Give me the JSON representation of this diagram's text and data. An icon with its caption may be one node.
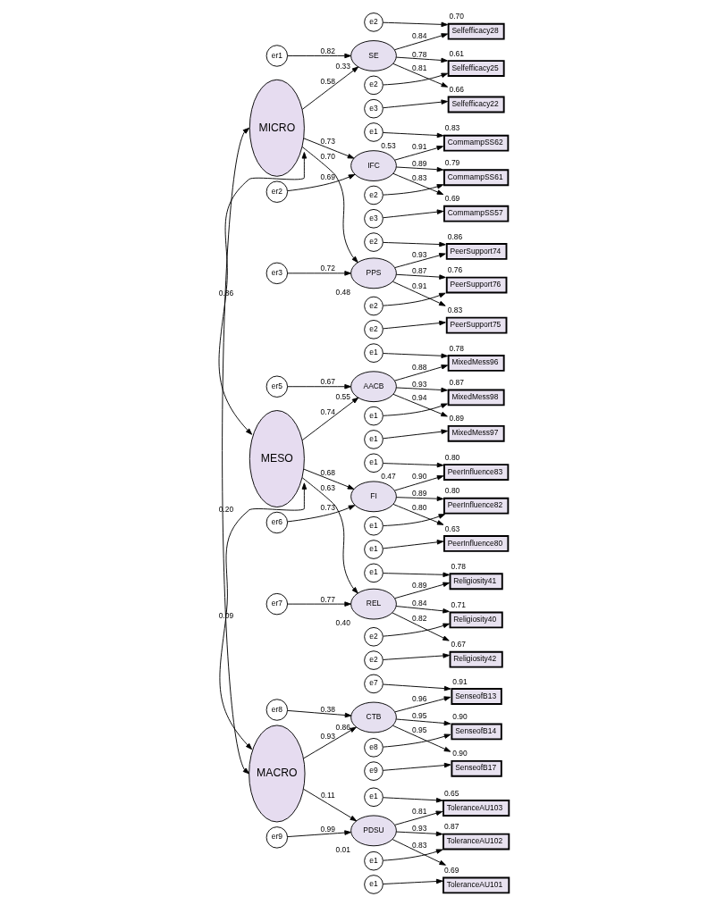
{
  "diagram": {
    "nodes": [
      {
        "text": [
          "er1"
        ]
      },
      {
        "text": [
          "e2"
        ]
      },
      {
        "text": [
          "e2"
        ]
      },
      {
        "text": [
          "e3"
        ]
      },
      {
        "text": [
          "Selfefficacy28"
        ],
        "beside": [
          "0.70"
        ]
      },
      {
        "text": [
          "Selfefficacy25"
        ],
        "beside": [
          "0.61"
        ]
      },
      {
        "text": [
          "Selfefficacy22"
        ],
        "beside": [
          "0.66"
        ]
      },
      {
        "text": [
          "SE"
        ],
        "beside": [
          "0.33"
        ]
      },
      {
        "text": [
          "er2"
        ]
      },
      {
        "text": [
          "e1"
        ]
      },
      {
        "text": [
          "e2"
        ]
      },
      {
        "text": [
          "e3"
        ]
      },
      {
        "text": [
          "CommampSS62"
        ],
        "beside": [
          "0.83"
        ]
      },
      {
        "text": [
          "CommampSS61"
        ],
        "beside": [
          "0.79"
        ]
      },
      {
        "text": [
          "CommampSS57"
        ],
        "beside": [
          "0.69"
        ]
      },
      {
        "text": [
          "IFC"
        ],
        "beside": [
          "0.53"
        ]
      },
      {
        "text": [
          "er3"
        ]
      },
      {
        "text": [
          "e2"
        ]
      },
      {
        "text": [
          "e2"
        ]
      },
      {
        "text": [
          "e2"
        ]
      },
      {
        "text": [
          "PeerSupport74"
        ],
        "beside": [
          "0.86"
        ]
      },
      {
        "text": [
          "PeerSupport76"
        ],
        "beside": [
          "0.76"
        ]
      },
      {
        "text": [
          "PeerSupport75"
        ],
        "beside": [
          "0.83"
        ]
      },
      {
        "text": [
          "PPS"
        ],
        "beside": [
          "0.48"
        ]
      },
      {
        "text": [
          "er5"
        ]
      },
      {
        "text": [
          "e1"
        ]
      },
      {
        "text": [
          "e1"
        ]
      },
      {
        "text": [
          "e1"
        ]
      },
      {
        "text": [
          "MixedMess96"
        ],
        "beside": [
          "0.78"
        ]
      },
      {
        "text": [
          "MixedMess98"
        ],
        "beside": [
          "0.87"
        ]
      },
      {
        "text": [
          "MixedMess97"
        ],
        "beside": [
          "0.89"
        ]
      },
      {
        "text": [
          "AACB"
        ],
        "beside": [
          "0.55"
        ]
      },
      {
        "text": [
          "er6"
        ]
      },
      {
        "text": [
          "e1"
        ]
      },
      {
        "text": [
          "e1"
        ]
      },
      {
        "text": [
          "e1"
        ]
      },
      {
        "text": [
          "PeerInfluence83"
        ],
        "beside": [
          "0.80"
        ]
      },
      {
        "text": [
          "PeerInfluence82"
        ],
        "beside": [
          "0.80"
        ]
      },
      {
        "text": [
          "PeerInfluence80"
        ],
        "beside": [
          "0.63"
        ]
      },
      {
        "text": [
          "FI"
        ],
        "beside": [
          "0.47"
        ]
      },
      {
        "text": [
          "er7"
        ]
      },
      {
        "text": [
          "e1"
        ]
      },
      {
        "text": [
          "e2"
        ]
      },
      {
        "text": [
          "e2"
        ]
      },
      {
        "text": [
          "Religiosity41"
        ],
        "beside": [
          "0.78"
        ]
      },
      {
        "text": [
          "Religiosity40"
        ],
        "beside": [
          "0.71"
        ]
      },
      {
        "text": [
          "Religiosity42"
        ],
        "beside": [
          "0.67"
        ]
      },
      {
        "text": [
          "REL"
        ],
        "beside": [
          "0.40"
        ]
      },
      {
        "text": [
          "er8"
        ]
      },
      {
        "text": [
          "e7"
        ]
      },
      {
        "text": [
          "e8"
        ]
      },
      {
        "text": [
          "e9"
        ]
      },
      {
        "text": [
          "SenseofB13"
        ],
        "beside": [
          "0.91"
        ]
      },
      {
        "text": [
          "SenseofB14"
        ],
        "beside": [
          "0.90"
        ]
      },
      {
        "text": [
          "SenseofB17"
        ],
        "beside": [
          "0.90"
        ]
      },
      {
        "text": [
          "CTB"
        ],
        "beside": [
          "0.86"
        ]
      },
      {
        "text": [
          "er9"
        ]
      },
      {
        "text": [
          "e1"
        ]
      },
      {
        "text": [
          "e1"
        ]
      },
      {
        "text": [
          "e1"
        ]
      },
      {
        "text": [
          "ToleranceAU103"
        ],
        "beside": [
          "0.65"
        ]
      },
      {
        "text": [
          "ToleranceAU102"
        ],
        "beside": [
          "0.87"
        ]
      },
      {
        "text": [
          "ToleranceAU101"
        ],
        "beside": [
          "0.69"
        ]
      },
      {
        "text": [
          "PDSU"
        ],
        "beside": [
          "0.01"
        ]
      },
      {
        "text": [
          "MICRO"
        ]
      },
      {
        "text": [
          "MESO"
        ]
      },
      {
        "text": [
          "MACRO"
        ]
      }
    ],
    "edges": [
      {
        "from": 0,
        "to": 7,
        "arrow": "to",
        "label": "0.82"
      },
      {
        "from": 1,
        "to": 4,
        "arrow": "to"
      },
      {
        "from": 2,
        "to": 5,
        "arrow": "to"
      },
      {
        "from": 3,
        "to": 6,
        "arrow": "to"
      },
      {
        "from": 7,
        "to": 4,
        "arrow": "to",
        "label": "0.84"
      },
      {
        "from": 7,
        "to": 5,
        "arrow": "to",
        "label": "0.78"
      },
      {
        "from": 7,
        "to": 6,
        "arrow": "to",
        "label": "0.81"
      },
      {
        "from": 64,
        "to": 7,
        "arrow": "to",
        "label": "0.58"
      },
      {
        "from": 8,
        "to": 15,
        "arrow": "to",
        "label": "0.69"
      },
      {
        "from": 9,
        "to": 12,
        "arrow": "to"
      },
      {
        "from": 10,
        "to": 13,
        "arrow": "to"
      },
      {
        "from": 11,
        "to": 14,
        "arrow": "to"
      },
      {
        "from": 15,
        "to": 12,
        "arrow": "to",
        "label": "0.91"
      },
      {
        "from": 15,
        "to": 13,
        "arrow": "to",
        "label": "0.89"
      },
      {
        "from": 15,
        "to": 14,
        "arrow": "to",
        "label": "0.83"
      },
      {
        "from": 64,
        "to": 15,
        "arrow": "to",
        "label": "0.73"
      },
      {
        "from": 16,
        "to": 23,
        "arrow": "to",
        "label": "0.72"
      },
      {
        "from": 17,
        "to": 20,
        "arrow": "to"
      },
      {
        "from": 18,
        "to": 21,
        "arrow": "to"
      },
      {
        "from": 19,
        "to": 22,
        "arrow": "to"
      },
      {
        "from": 23,
        "to": 20,
        "arrow": "to",
        "label": "0.93"
      },
      {
        "from": 23,
        "to": 21,
        "arrow": "to",
        "label": "0.87"
      },
      {
        "from": 23,
        "to": 22,
        "arrow": "to",
        "label": "0.91"
      },
      {
        "from": 64,
        "to": 23,
        "arrow": "to",
        "label": "0.70"
      },
      {
        "from": 24,
        "to": 31,
        "arrow": "to",
        "label": "0.67"
      },
      {
        "from": 25,
        "to": 28,
        "arrow": "to"
      },
      {
        "from": 26,
        "to": 29,
        "arrow": "to"
      },
      {
        "from": 27,
        "to": 30,
        "arrow": "to"
      },
      {
        "from": 31,
        "to": 28,
        "arrow": "to",
        "label": "0.88"
      },
      {
        "from": 31,
        "to": 29,
        "arrow": "to",
        "label": "0.93"
      },
      {
        "from": 31,
        "to": 30,
        "arrow": "to",
        "label": "0.94"
      },
      {
        "from": 65,
        "to": 31,
        "arrow": "to",
        "label": "0.74"
      },
      {
        "from": 32,
        "to": 39,
        "arrow": "to",
        "label": "0.73"
      },
      {
        "from": 33,
        "to": 36,
        "arrow": "to"
      },
      {
        "from": 34,
        "to": 37,
        "arrow": "to"
      },
      {
        "from": 35,
        "to": 38,
        "arrow": "to"
      },
      {
        "from": 39,
        "to": 36,
        "arrow": "to",
        "label": "0.90"
      },
      {
        "from": 39,
        "to": 37,
        "arrow": "to",
        "label": "0.89"
      },
      {
        "from": 39,
        "to": 38,
        "arrow": "to",
        "label": "0.80"
      },
      {
        "from": 65,
        "to": 39,
        "arrow": "to",
        "label": "0.68"
      },
      {
        "from": 40,
        "to": 47,
        "arrow": "to",
        "label": "0.77"
      },
      {
        "from": 41,
        "to": 44,
        "arrow": "to"
      },
      {
        "from": 42,
        "to": 45,
        "arrow": "to"
      },
      {
        "from": 43,
        "to": 46,
        "arrow": "to"
      },
      {
        "from": 47,
        "to": 44,
        "arrow": "to",
        "label": "0.89"
      },
      {
        "from": 47,
        "to": 45,
        "arrow": "to",
        "label": "0.84"
      },
      {
        "from": 47,
        "to": 46,
        "arrow": "to",
        "label": "0.82"
      },
      {
        "from": 65,
        "to": 47,
        "arrow": "to",
        "label": "0.63"
      },
      {
        "from": 48,
        "to": 55,
        "arrow": "to",
        "label": "0.38"
      },
      {
        "from": 49,
        "to": 52,
        "arrow": "to"
      },
      {
        "from": 50,
        "to": 53,
        "arrow": "to"
      },
      {
        "from": 51,
        "to": 54,
        "arrow": "to"
      },
      {
        "from": 55,
        "to": 52,
        "arrow": "to",
        "label": "0.96"
      },
      {
        "from": 55,
        "to": 53,
        "arrow": "to",
        "label": "0.95"
      },
      {
        "from": 55,
        "to": 54,
        "arrow": "to",
        "label": "0.95"
      },
      {
        "from": 66,
        "to": 55,
        "arrow": "to",
        "label": "0.93"
      },
      {
        "from": 56,
        "to": 63,
        "arrow": "to",
        "label": "0.99"
      },
      {
        "from": 57,
        "to": 60,
        "arrow": "to"
      },
      {
        "from": 58,
        "to": 61,
        "arrow": "to"
      },
      {
        "from": 59,
        "to": 62,
        "arrow": "to"
      },
      {
        "from": 63,
        "to": 60,
        "arrow": "to",
        "label": "0.81"
      },
      {
        "from": 63,
        "to": 61,
        "arrow": "to",
        "label": "0.93"
      },
      {
        "from": 63,
        "to": 62,
        "arrow": "to",
        "label": "0.83"
      },
      {
        "from": 66,
        "to": 63,
        "arrow": "to",
        "label": "0.11"
      },
      {
        "from": 64,
        "to": 65,
        "arrow": "both",
        "label": "0.86"
      },
      {
        "from": 65,
        "to": 66,
        "arrow": "both",
        "label": "0.09"
      },
      {
        "from": 64,
        "to": 66,
        "arrow": "both",
        "label": "0.20"
      }
    ]
  }
}
